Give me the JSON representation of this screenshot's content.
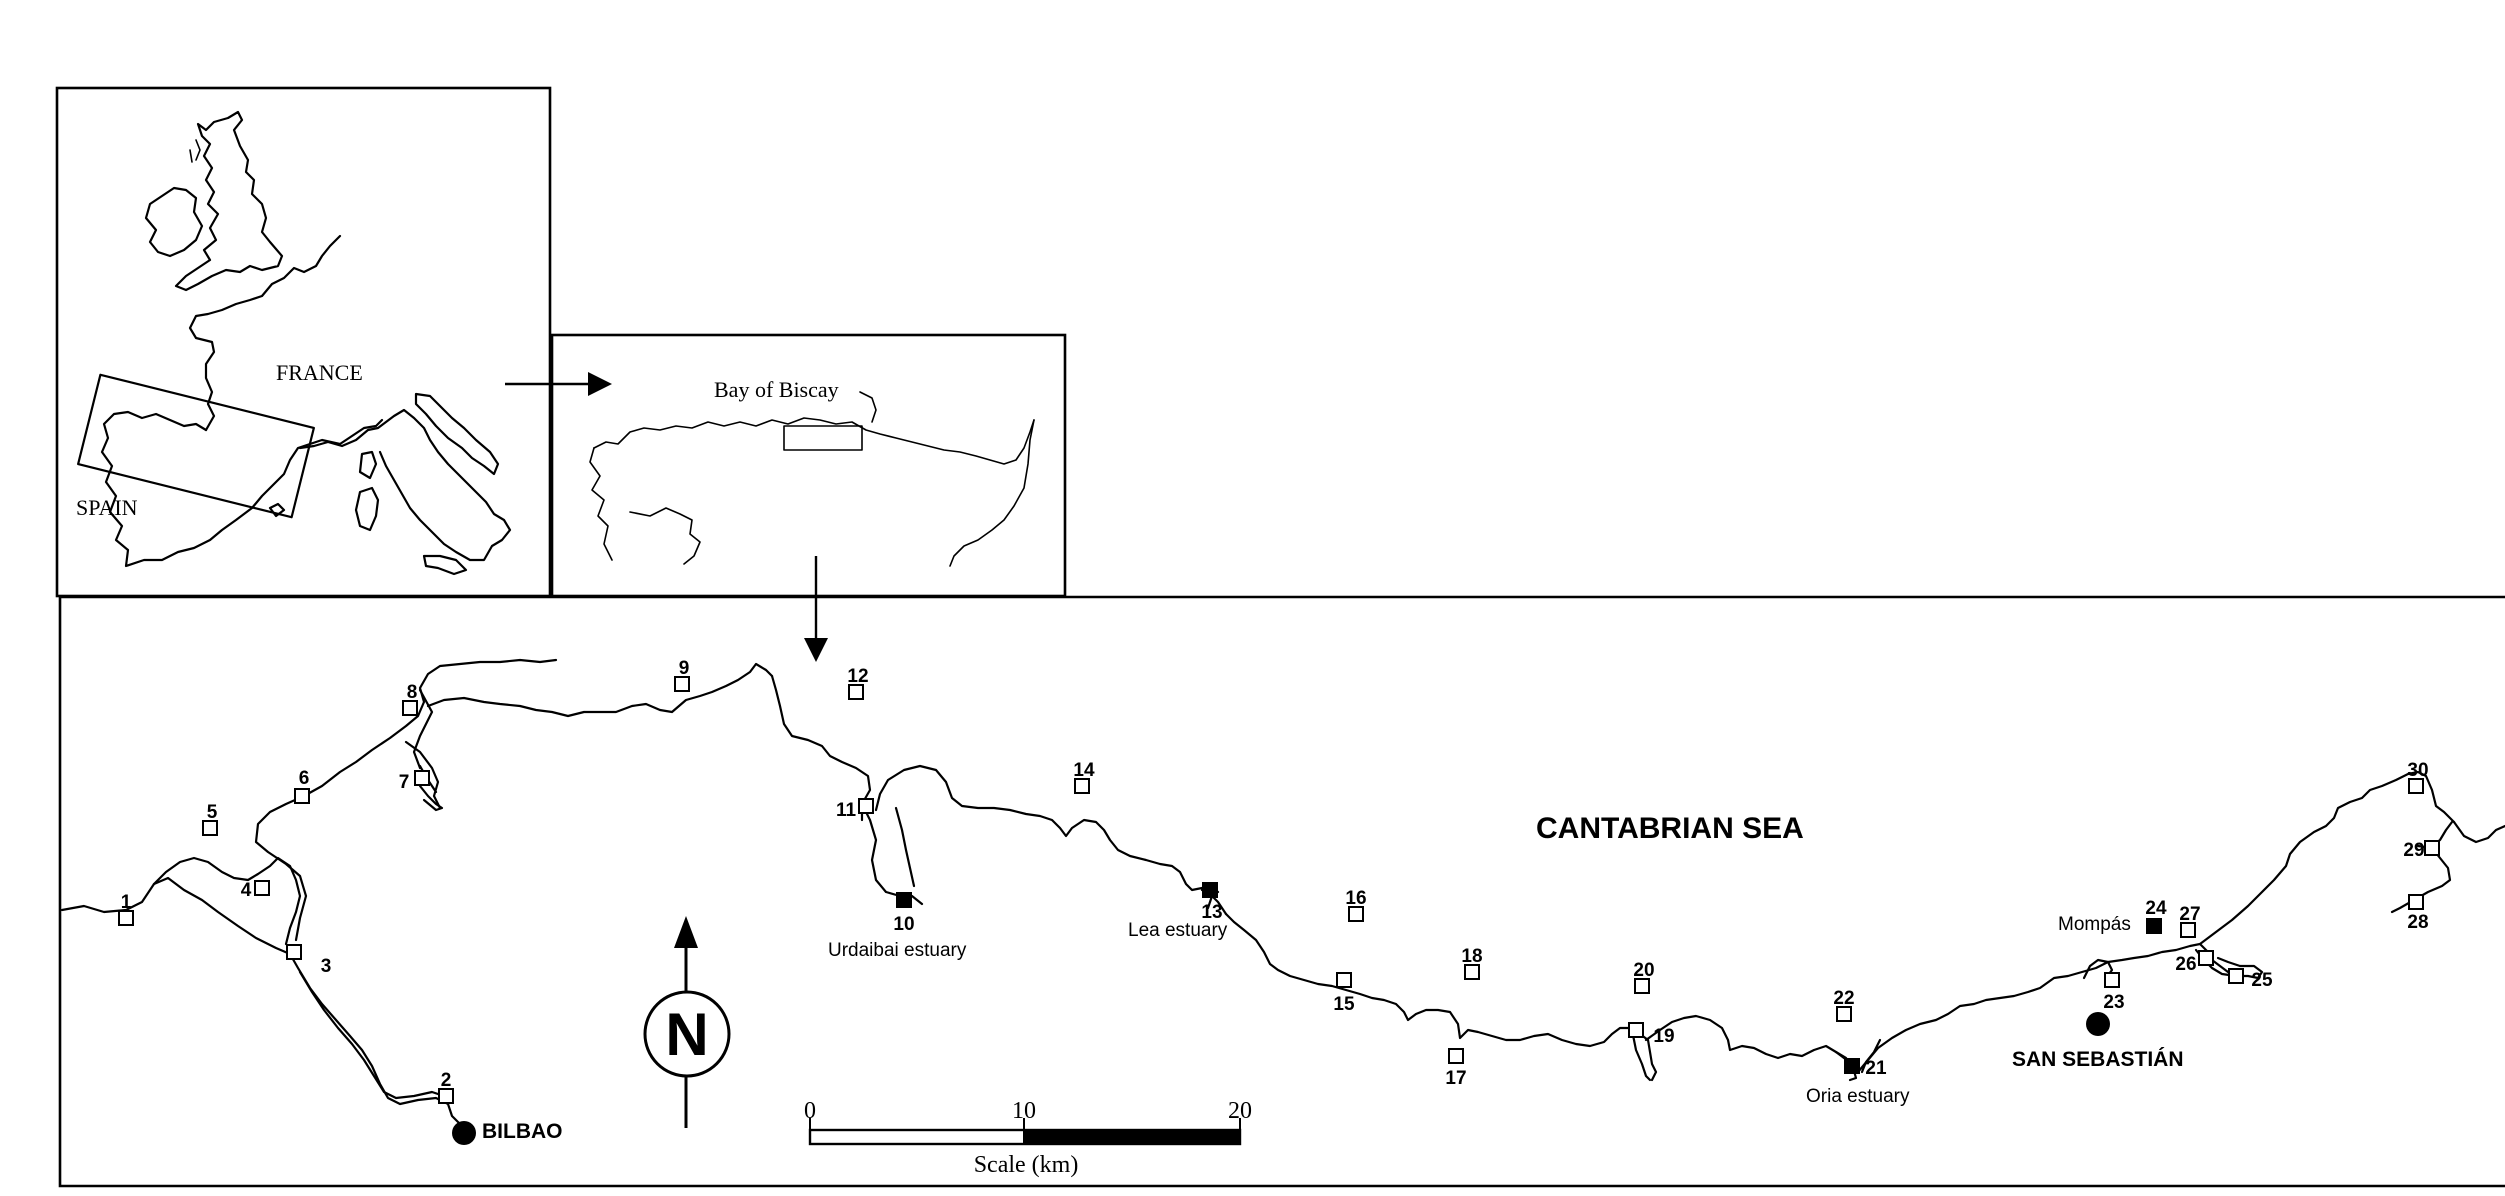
{
  "inset_europe": {
    "labels": {
      "france": "FRANCE",
      "spain": "SPAIN"
    }
  },
  "inset_biscay": {
    "label": "Bay of Biscay"
  },
  "main_map": {
    "sea_label": "CANTABRIAN SEA",
    "places": {
      "bilbao": "BILBAO",
      "san_sebastian": "SAN SEBASTIÁN",
      "urdaibai": "Urdaibai estuary",
      "lea": "Lea estuary",
      "oria": "Oria estuary",
      "mompas": "Mompás"
    },
    "north_arrow": {
      "label": "N"
    },
    "scale_bar": {
      "ticks": [
        "0",
        "10",
        "20"
      ],
      "caption": "Scale (km)"
    },
    "sites": [
      {
        "id": "1",
        "label": "1",
        "marker": "open"
      },
      {
        "id": "2",
        "label": "2",
        "marker": "open"
      },
      {
        "id": "3",
        "label": "3",
        "marker": "open"
      },
      {
        "id": "4",
        "label": "4",
        "marker": "open"
      },
      {
        "id": "5",
        "label": "5",
        "marker": "open"
      },
      {
        "id": "6",
        "label": "6",
        "marker": "open"
      },
      {
        "id": "7",
        "label": "7",
        "marker": "open"
      },
      {
        "id": "8",
        "label": "8",
        "marker": "open"
      },
      {
        "id": "9",
        "label": "9",
        "marker": "open"
      },
      {
        "id": "10",
        "label": "10",
        "marker": "filled"
      },
      {
        "id": "11",
        "label": "11",
        "marker": "open"
      },
      {
        "id": "12",
        "label": "12",
        "marker": "open"
      },
      {
        "id": "13",
        "label": "13",
        "marker": "filled"
      },
      {
        "id": "14",
        "label": "14",
        "marker": "open"
      },
      {
        "id": "15",
        "label": "15",
        "marker": "open"
      },
      {
        "id": "16",
        "label": "16",
        "marker": "open"
      },
      {
        "id": "17",
        "label": "17",
        "marker": "open"
      },
      {
        "id": "18",
        "label": "18",
        "marker": "open"
      },
      {
        "id": "19",
        "label": "19",
        "marker": "open"
      },
      {
        "id": "20",
        "label": "20",
        "marker": "open"
      },
      {
        "id": "21",
        "label": "21",
        "marker": "filled"
      },
      {
        "id": "22",
        "label": "22",
        "marker": "open"
      },
      {
        "id": "23",
        "label": "23",
        "marker": "open"
      },
      {
        "id": "24",
        "label": "24",
        "marker": "filled"
      },
      {
        "id": "25",
        "label": "25",
        "marker": "open"
      },
      {
        "id": "26",
        "label": "26",
        "marker": "open"
      },
      {
        "id": "27",
        "label": "27",
        "marker": "open"
      },
      {
        "id": "28",
        "label": "28",
        "marker": "open"
      },
      {
        "id": "29",
        "label": "29",
        "marker": "open"
      },
      {
        "id": "30",
        "label": "30",
        "marker": "open"
      }
    ]
  }
}
